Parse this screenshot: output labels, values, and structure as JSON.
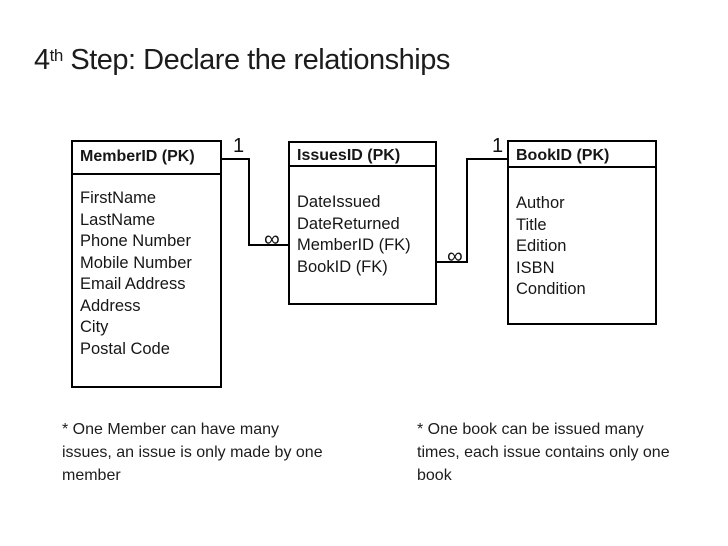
{
  "title": {
    "prefix": "4",
    "superscript": "th",
    "rest": " Step: Declare the relationships"
  },
  "diagram": {
    "entities": [
      {
        "id": "member",
        "header": "MemberID (PK)",
        "fields": [
          "FirstName",
          "LastName",
          "Phone Number",
          "Mobile Number",
          "Email Address",
          "Address",
          "City",
          "Postal Code"
        ]
      },
      {
        "id": "issues",
        "header": "IssuesID (PK)",
        "fields": [
          "DateIssued",
          "DateReturned",
          "MemberID (FK)",
          "BookID (FK)"
        ]
      },
      {
        "id": "book",
        "header": "BookID (PK)",
        "fields": [
          "Author",
          "Title",
          "Edition",
          "ISBN",
          "Condition"
        ]
      }
    ],
    "relationships": [
      {
        "from": "MemberID (PK)",
        "to": "IssuesID (PK)",
        "one_side": "1",
        "many_side": "∞"
      },
      {
        "from": "BookID (PK)",
        "to": "IssuesID (PK)",
        "one_side": "1",
        "many_side": "∞"
      }
    ]
  },
  "notes": [
    {
      "text": "* One Member can have many\nissues, an issue is only made by one\nmember"
    },
    {
      "text": "* One book can be issued many\ntimes, each issue contains only one\nbook"
    }
  ],
  "colors": {
    "background": "#ffffff",
    "line": "#000000",
    "text": "#1c1c1c"
  }
}
